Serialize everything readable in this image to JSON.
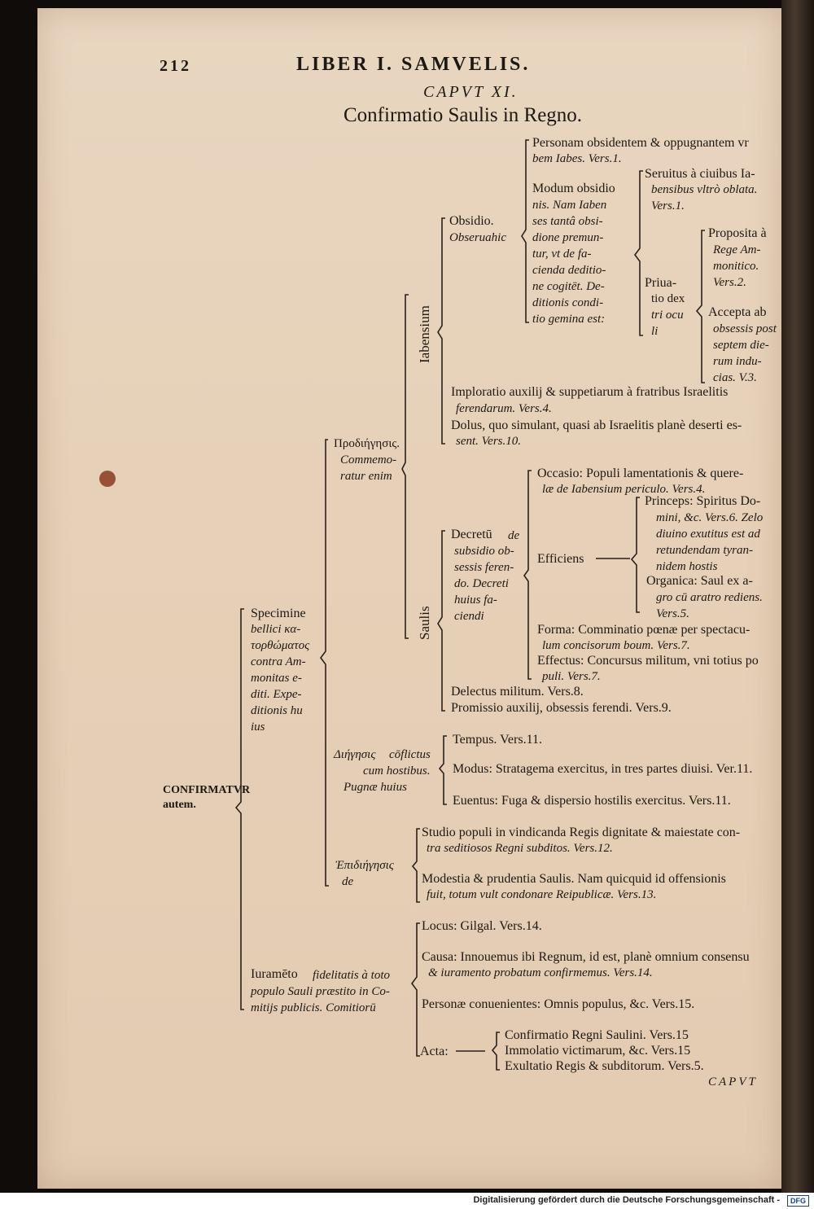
{
  "header": {
    "page_number": "212",
    "running_title": "LIBER I. SAMVELIS.",
    "chapter": "CAPVT XI.",
    "title": "Confirmatio Saulis in Regno."
  },
  "root": {
    "label": "CONFIRMATVR autem."
  },
  "specimine": {
    "label": "Specimine",
    "desc": [
      "bellici κα-",
      "τορθώματος",
      "contra Am-",
      "monitas e-",
      "diti. Expe-",
      "ditionis hu",
      "ius"
    ]
  },
  "prodiegesis": {
    "label": "Προδιήγησις.",
    "desc": [
      "Commemo-",
      "ratur enim"
    ]
  },
  "iabensium": {
    "label": "Iabensium"
  },
  "obsidio": {
    "label": "Obsidio.",
    "desc": "Obseruahic"
  },
  "obsidio_items": {
    "personam": [
      "Personam obsidentem & oppugnantem vr",
      "bem Iabes. Vers.1."
    ],
    "modum": [
      "Modum obsidio",
      "nis. Nam Iaben",
      "ses tantâ obsi-",
      "dione premun-",
      "tur, vt de fa-",
      "cienda deditio-",
      "ne cogitēt. De-",
      "ditionis condi-",
      "tio gemina est:"
    ],
    "seruitus": [
      "Seruitus à ciuibus Ia-",
      "bensibus vltrò oblata.",
      "Vers.1."
    ],
    "priuatio": [
      "Priua-",
      "tio dex",
      "tri ocu",
      "li"
    ],
    "proposita": [
      "Proposita à",
      "Rege Am-",
      "monitico.",
      "Vers.2."
    ],
    "accepta": [
      "Accepta ab",
      "obsessis post",
      "septem die-",
      "rum indu-",
      "cias. V.3."
    ]
  },
  "imploratio": [
    "Imploratio auxilij & suppetiarum à fratribus Israelitis",
    "ferendarum. Vers.4."
  ],
  "dolus": [
    "Dolus, quo simulant, quasi ab Israelitis planè deserti es-",
    "sent. Vers.10."
  ],
  "saulis": {
    "label": "Saulis"
  },
  "decretum": {
    "label": "Decretū",
    "desc": [
      "de",
      "subsidio ob-",
      "sessis feren-",
      "do. Decreti",
      "huius fa-",
      "ciendi"
    ]
  },
  "occasio": [
    "Occasio: Populi lamentationis & quere-",
    "læ de Iabensium periculo. Vers.4."
  ],
  "efficiens": {
    "label": "Efficiens"
  },
  "princeps": [
    "Princeps: Spiritus Do-",
    "mini, &c. Vers.6. Zelo",
    "diuino exutitus est ad",
    "retundendam tyran-",
    "nidem hostis"
  ],
  "organica": [
    "Organica: Saul ex a-",
    "gro cū aratro rediens.",
    "Vers.5."
  ],
  "forma": [
    "Forma: Comminatio pœnæ per spectacu-",
    "lum concisorum boum. Vers.7."
  ],
  "effectus": [
    "Effectus: Concursus militum, vni totius po",
    "puli. Vers.7."
  ],
  "delectus": "Delectus militum. Vers.8.",
  "promissio": "Promissio auxilij, obsessis ferendi. Vers.9.",
  "diegesis": {
    "label": "Διήγησις",
    "desc": [
      "cōflictus",
      "cum hostibus.",
      "Pugnæ huius"
    ]
  },
  "tempus": "Tempus. Vers.11.",
  "modus": "Modus: Stratagema exercitus, in tres partes diuisi. Ver.11.",
  "euentus": "Euentus: Fuga & dispersio hostilis exercitus. Vers.11.",
  "epidiegesis": {
    "label": "Ἐπιδιήγησις",
    "desc": "de"
  },
  "studio": [
    "Studio populi in vindicanda Regis dignitate & maiestate con-",
    "tra seditiosos Regni subditos. Vers.12."
  ],
  "modestia": [
    "Modestia & prudentia Saulis. Nam quicquid id offensionis",
    "fuit, totum vult condonare Reipublicæ. Vers.13."
  ],
  "iuramento": {
    "label": "Iuramēto",
    "desc": [
      "fidelitatis à toto",
      "populo Sauli præstito in Co-",
      "mitijs publicis. Comitiorū"
    ]
  },
  "locus": "Locus: Gilgal. Vers.14.",
  "causa": [
    "Causa: Innouemus ibi Regnum, id est, planè omnium consensu",
    "& iuramento probatum confirmemus. Vers.14."
  ],
  "personae": "Personæ conuenientes: Omnis populus, &c. Vers.15.",
  "acta": {
    "label": "Acta:",
    "items": [
      "Confirmatio Regni Saulini. Vers.15",
      "Immolatio victimarum, &c. Vers.15",
      "Exultatio Regis & subditorum. Vers.5."
    ]
  },
  "catchword": "CAPVT",
  "footer": {
    "credit": "Digitalisierung gefördert durch die Deutsche Forschungsgemeinschaft -",
    "logo": "DFG"
  }
}
